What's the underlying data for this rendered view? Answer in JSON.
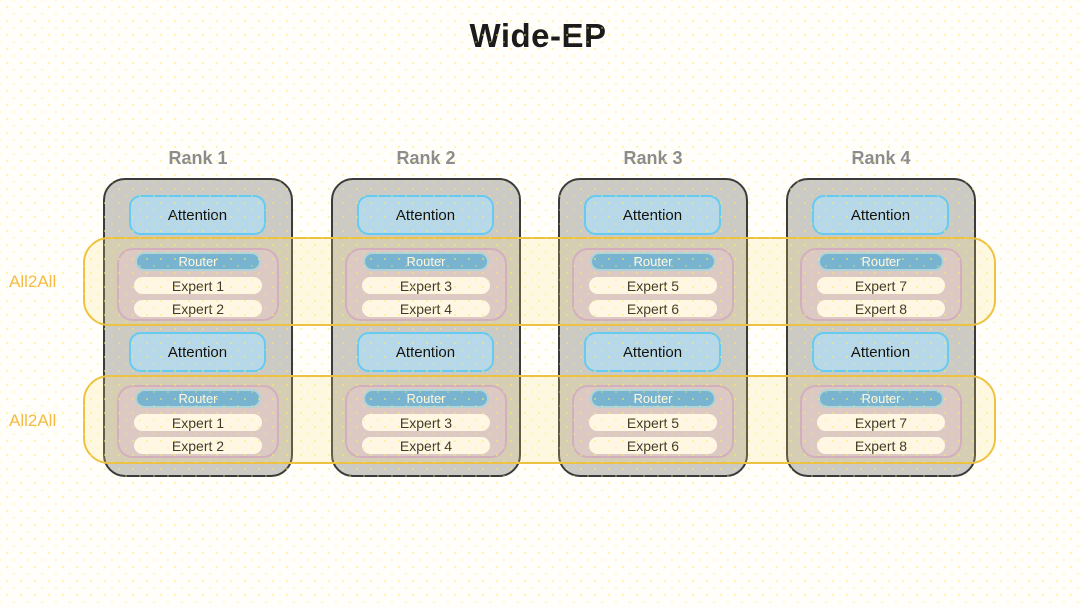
{
  "title": "Wide-EP",
  "bands": [
    {
      "label": "All2All"
    },
    {
      "label": "All2All"
    }
  ],
  "ranks": [
    {
      "label": "Rank 1",
      "layers": [
        {
          "attention": "Attention",
          "router": "Router",
          "experts": [
            "Expert 1",
            "Expert 2"
          ]
        },
        {
          "attention": "Attention",
          "router": "Router",
          "experts": [
            "Expert 1",
            "Expert 2"
          ]
        }
      ]
    },
    {
      "label": "Rank 2",
      "layers": [
        {
          "attention": "Attention",
          "router": "Router",
          "experts": [
            "Expert 3",
            "Expert 4"
          ]
        },
        {
          "attention": "Attention",
          "router": "Router",
          "experts": [
            "Expert 3",
            "Expert 4"
          ]
        }
      ]
    },
    {
      "label": "Rank 3",
      "layers": [
        {
          "attention": "Attention",
          "router": "Router",
          "experts": [
            "Expert 5",
            "Expert 6"
          ]
        },
        {
          "attention": "Attention",
          "router": "Router",
          "experts": [
            "Expert 5",
            "Expert 6"
          ]
        }
      ]
    },
    {
      "label": "Rank 4",
      "layers": [
        {
          "attention": "Attention",
          "router": "Router",
          "experts": [
            "Expert 7",
            "Expert 8"
          ]
        },
        {
          "attention": "Attention",
          "router": "Router",
          "experts": [
            "Expert 7",
            "Expert 8"
          ]
        }
      ]
    }
  ],
  "colors": {
    "page_bg": "#fffefa",
    "title_text": "#1b1b1b",
    "rank_label": "#8c8c8c",
    "rank_fill": "#cbcac5",
    "rank_border": "#3b3b3b",
    "attention_fill": "#b7d8e9",
    "attention_border": "#65cbf1",
    "group_fill": "#d4c4d8",
    "group_border": "#c9a3d0",
    "router_fill": "#57a9e7",
    "router_border": "#9dd1f1",
    "router_text": "#ffffff",
    "expert_fill": "#fffdfe",
    "band_border": "#edc243",
    "band_fill": "rgba(255,224,120,0.20)",
    "all2all_text": "#f4bb46"
  }
}
